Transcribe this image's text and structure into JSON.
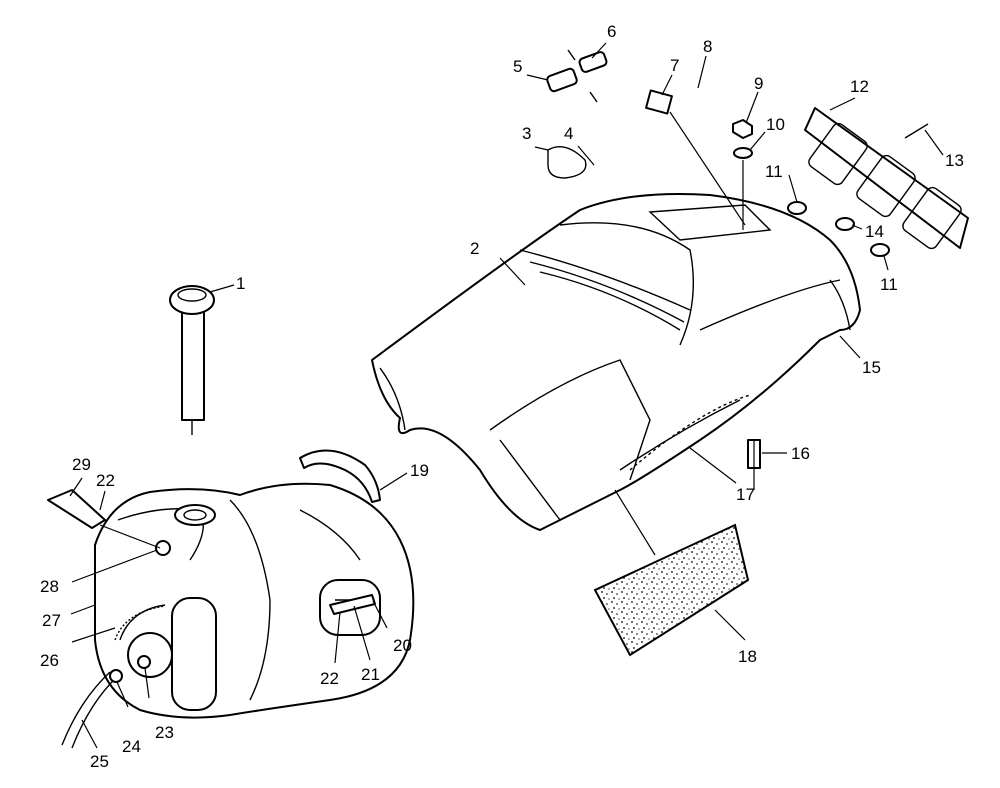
{
  "callouts": [
    {
      "id": "c1",
      "text": "1"
    },
    {
      "id": "c2",
      "text": "2"
    },
    {
      "id": "c3",
      "text": "3"
    },
    {
      "id": "c4",
      "text": "4"
    },
    {
      "id": "c5",
      "text": "5"
    },
    {
      "id": "c6",
      "text": "6"
    },
    {
      "id": "c7",
      "text": "7"
    },
    {
      "id": "c8",
      "text": "8"
    },
    {
      "id": "c9",
      "text": "9"
    },
    {
      "id": "c10",
      "text": "10"
    },
    {
      "id": "c11a",
      "text": "11"
    },
    {
      "id": "c11b",
      "text": "11"
    },
    {
      "id": "c12",
      "text": "12"
    },
    {
      "id": "c13",
      "text": "13"
    },
    {
      "id": "c14",
      "text": "14"
    },
    {
      "id": "c15",
      "text": "15"
    },
    {
      "id": "c16",
      "text": "16"
    },
    {
      "id": "c17",
      "text": "17"
    },
    {
      "id": "c18",
      "text": "18"
    },
    {
      "id": "c19",
      "text": "19"
    },
    {
      "id": "c20",
      "text": "20"
    },
    {
      "id": "c21",
      "text": "21"
    },
    {
      "id": "c22a",
      "text": "22"
    },
    {
      "id": "c22b",
      "text": "22"
    },
    {
      "id": "c23",
      "text": "23"
    },
    {
      "id": "c24",
      "text": "24"
    },
    {
      "id": "c25",
      "text": "25"
    },
    {
      "id": "c26",
      "text": "26"
    },
    {
      "id": "c27",
      "text": "27"
    },
    {
      "id": "c28",
      "text": "28"
    },
    {
      "id": "c29",
      "text": "29"
    }
  ]
}
